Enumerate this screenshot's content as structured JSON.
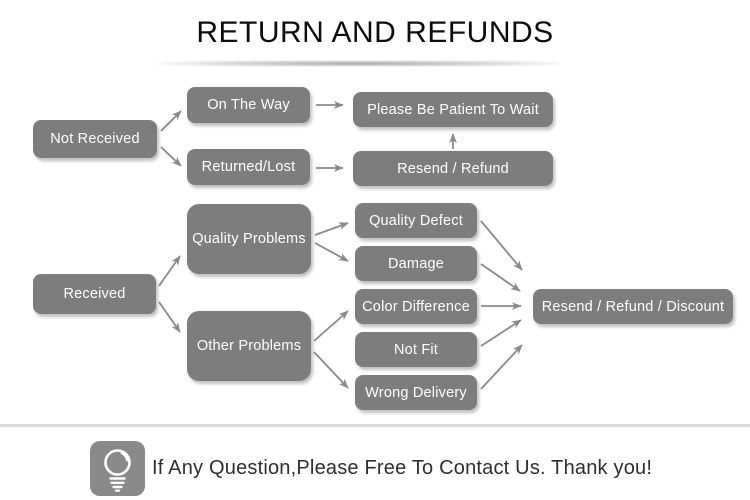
{
  "title": "RETURN AND REFUNDS",
  "nodes": {
    "not_received": "Not Received",
    "on_the_way": "On The Way",
    "returned_lost": "Returned/Lost",
    "be_patient": "Please Be Patient To Wait",
    "resend_refund": "Resend / Refund",
    "received": "Received",
    "quality_problems": "Quality Problems",
    "other_problems": "Other Problems",
    "quality_defect": "Quality Defect",
    "damage": "Damage",
    "color_difference": "Color Difference",
    "not_fit": "Not Fit",
    "wrong_delivery": "Wrong Delivery",
    "resend_refund_discount": "Resend / Refund / Discount"
  },
  "edges": [
    {
      "from": "not_received",
      "to": "on_the_way"
    },
    {
      "from": "not_received",
      "to": "returned_lost"
    },
    {
      "from": "on_the_way",
      "to": "be_patient"
    },
    {
      "from": "returned_lost",
      "to": "resend_refund"
    },
    {
      "from": "resend_refund",
      "to": "be_patient"
    },
    {
      "from": "received",
      "to": "quality_problems"
    },
    {
      "from": "received",
      "to": "other_problems"
    },
    {
      "from": "quality_problems",
      "to": "quality_defect"
    },
    {
      "from": "quality_problems",
      "to": "damage"
    },
    {
      "from": "other_problems",
      "to": "color_difference"
    },
    {
      "from": "other_problems",
      "to": "wrong_delivery"
    },
    {
      "from": "quality_defect",
      "to": "resend_refund_discount"
    },
    {
      "from": "damage",
      "to": "resend_refund_discount"
    },
    {
      "from": "color_difference",
      "to": "resend_refund_discount"
    },
    {
      "from": "not_fit",
      "to": "resend_refund_discount"
    },
    {
      "from": "wrong_delivery",
      "to": "resend_refund_discount"
    }
  ],
  "footer": {
    "text": "If Any Question,Please Free To Contact Us. Thank you!",
    "icon": "light-bulb-icon"
  },
  "colors": {
    "node_fill": "#7d7d7d",
    "node_text": "#ffffff",
    "arrow": "#8a8a8a",
    "title_text": "#0d0d0d",
    "footer_text": "#2f2f2f",
    "divider": "#d9d9d9",
    "icon_fill": "#8a8a8a"
  }
}
